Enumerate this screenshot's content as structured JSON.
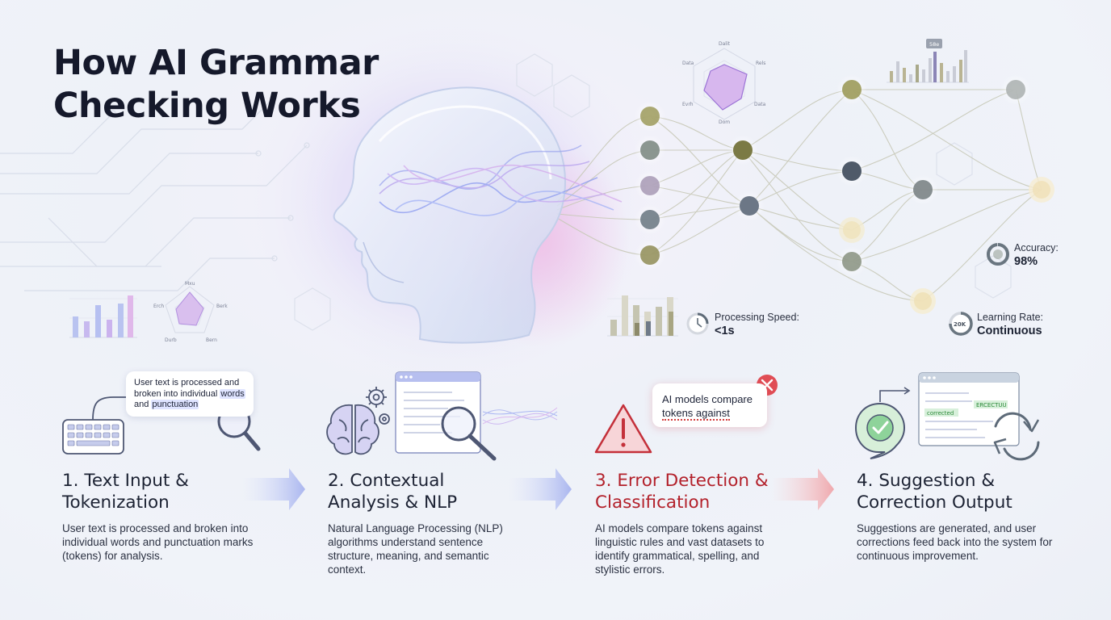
{
  "title": "How AI Grammar Checking Works",
  "stats": {
    "accuracy": {
      "label": "Accuracy:",
      "value": "98%",
      "level": 0.98
    },
    "speed": {
      "label": "Processing Speed:",
      "value": "<1s"
    },
    "learning": {
      "label": "Learning Rate:",
      "value": "Continuous",
      "badge": "20K"
    }
  },
  "bubbles": {
    "tokenization": {
      "before": "User text is processed and broken into individual ",
      "hl1": "words",
      "middle": " and ",
      "hl2": "punctuation"
    },
    "error": {
      "line1": "AI models compare",
      "line2": "tokens against"
    },
    "correction": {
      "red_word": "ERCECTUU",
      "green_word": "corrected"
    }
  },
  "radar_small_labels": {
    "top": "Mxu",
    "left": "Erch",
    "right": "Berk",
    "bl": "Durb",
    "br": "Bern"
  },
  "radar_large_labels": {
    "top": "Dalit",
    "tl": "Data",
    "tr": "Rels",
    "l": "Evrh",
    "r": "Data",
    "bottom": "Dom"
  },
  "chart_badge": "58e",
  "steps": [
    {
      "title": "1. Text Input & Tokenization",
      "description": "User text is processed and broken into individual words and punctuation marks (tokens) for analysis."
    },
    {
      "title": "2. Contextual Analysis & NLP",
      "description": "Natural Language Processing (NLP) algorithms understand sentence structure, meaning, and semantic context."
    },
    {
      "title": "3. Error Detection & Classification",
      "description": "AI models compare tokens against linguistic rules and vast datasets to identify grammatical, spelling, and stylistic errors."
    },
    {
      "title": "4. Suggestion & Correction Output",
      "description": "Suggestions are generated, and user corrections feed back into the system for continuous improvement."
    }
  ],
  "colors": {
    "accent_red": "#b3212b",
    "node_olive": "#9c9a5a",
    "node_slate": "#5e6b78",
    "arrow_blue": "#aab6ef",
    "arrow_red": "#f0a8ad"
  }
}
